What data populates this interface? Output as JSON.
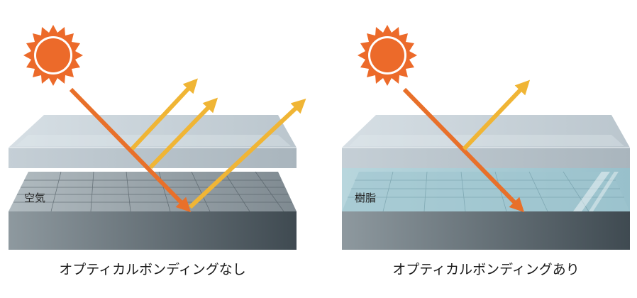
{
  "panels": [
    {
      "caption": "オプティカルボンディングなし",
      "medium_label": "空気",
      "reflected_rays": 3
    },
    {
      "caption": "オプティカルボンディングあり",
      "medium_label": "樹脂",
      "reflected_rays": 1
    }
  ],
  "icons": [
    "sun-icon",
    "incident-ray-arrow",
    "reflected-ray-arrow"
  ],
  "colors": {
    "sun": "#ec6a2a",
    "incident_ray": "#e8702a",
    "reflected_ray": "#f0b535",
    "glass": "#c7d2da",
    "display_base": "#5f6b73",
    "resin": "#a9cdd6"
  }
}
